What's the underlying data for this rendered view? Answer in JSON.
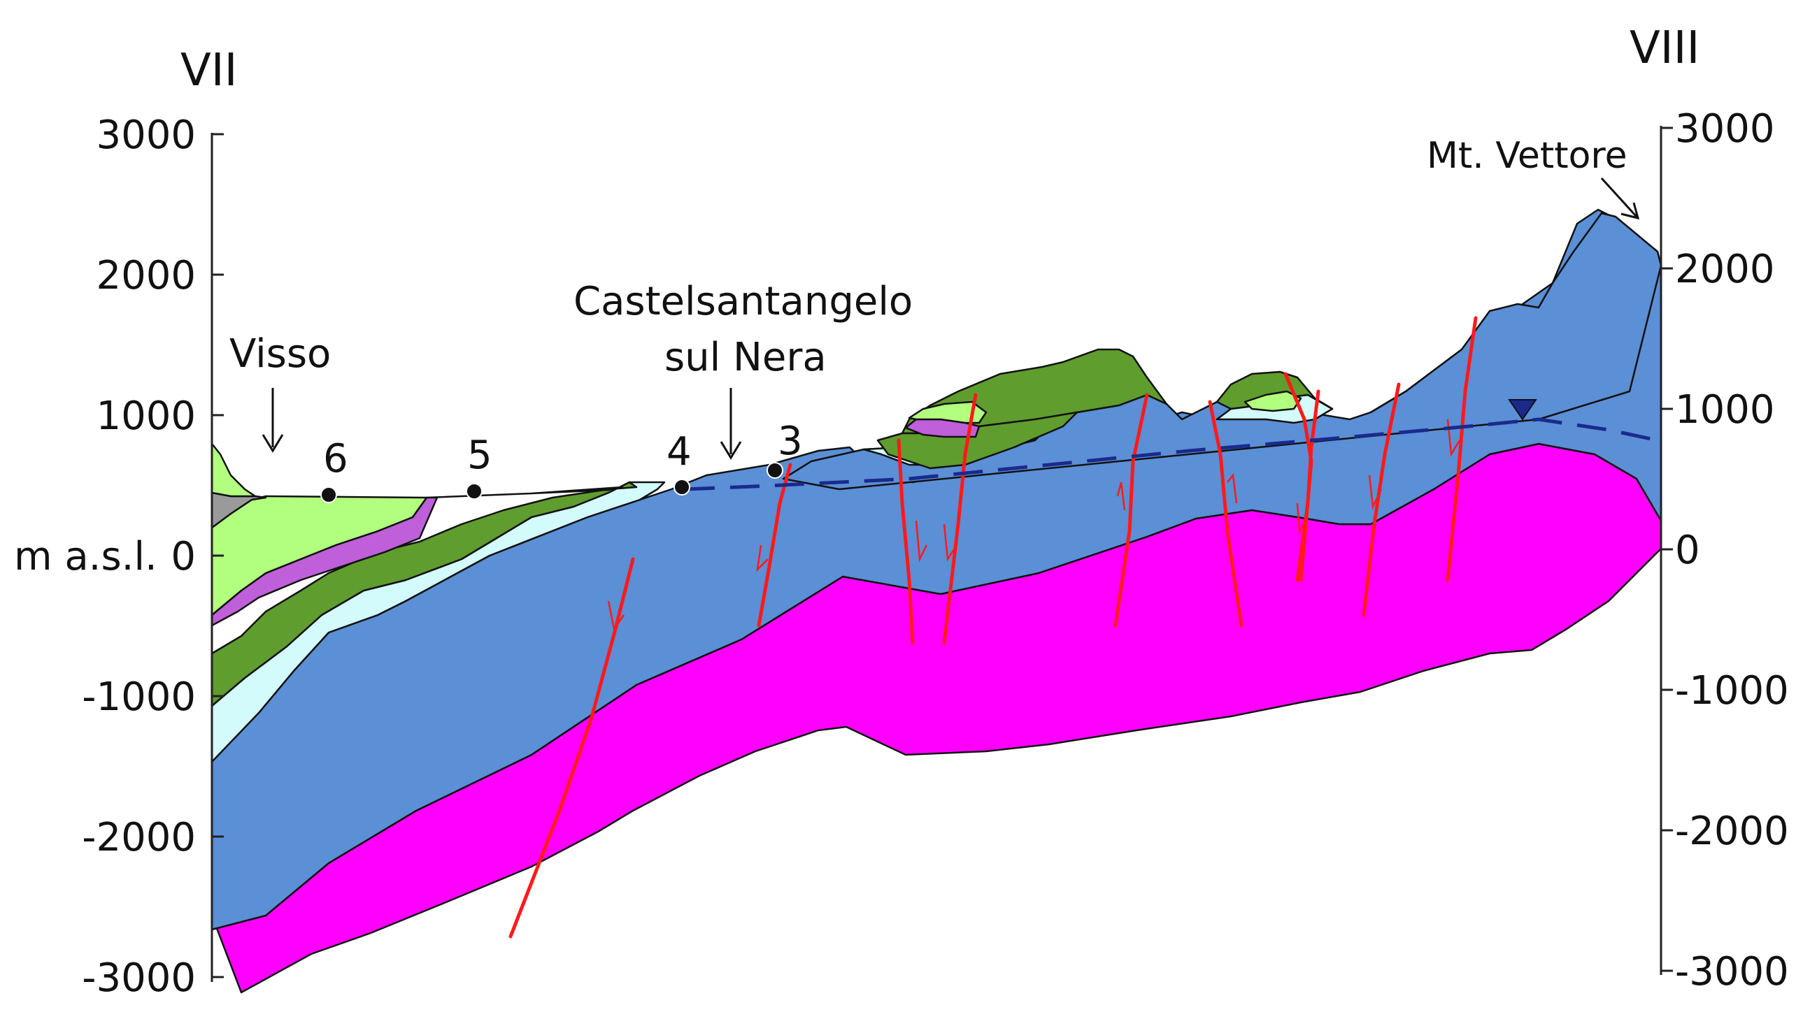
{
  "section": {
    "left_end_label": "VII",
    "right_end_label": "VIII",
    "y_axis_label": "m a.s.l.",
    "left_ticks": [
      "3000",
      "2000",
      "1000",
      "0",
      "-1000",
      "-2000",
      "-3000"
    ],
    "right_ticks": [
      "3000",
      "2000",
      "1000",
      "0",
      "-1000",
      "-2000",
      "-3000"
    ],
    "ylim": [
      -3000,
      3000
    ]
  },
  "places": {
    "visso": "Visso",
    "castel_line1": "Castelsantangelo",
    "castel_line2": "sul Nera",
    "vettore": "Mt. Vettore"
  },
  "springs": [
    "6",
    "5",
    "4",
    "3"
  ],
  "colors": {
    "bedrock": "#ff00ff",
    "main_aquifer": "#5b8fd6",
    "pale_cyan_layer": "#d4fbfb",
    "dark_green_layer": "#5f9d2e",
    "purple_layer": "#bf5fd9",
    "light_green_layer": "#b2ff7f",
    "gray_layer": "#9a9a9a",
    "faults": "#ff1a1a",
    "water_table": "#1a2a8c"
  }
}
